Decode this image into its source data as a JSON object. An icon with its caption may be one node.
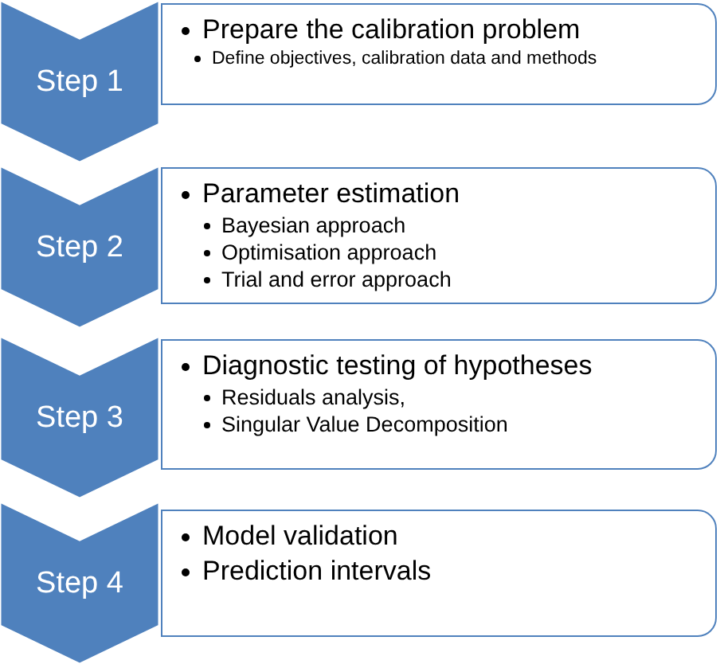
{
  "diagram": {
    "nodes": [
      {
        "text": [
          "Step 1"
        ]
      },
      {
        "text": [
          "Prepare the calibration problem",
          "Define objectives, calibration data and methods"
        ]
      },
      {
        "text": [
          "Step 2"
        ]
      },
      {
        "text": [
          "Parameter estimation",
          "Bayesian approach",
          "Optimisation approach",
          "Trial and error approach"
        ]
      },
      {
        "text": [
          "Step 3"
        ]
      },
      {
        "text": [
          "Diagnostic testing of hypotheses",
          "Residuals analysis,",
          "Singular Value Decomposition"
        ]
      },
      {
        "text": [
          "Step 4"
        ]
      },
      {
        "text": [
          "Model validation",
          "Prediction intervals"
        ]
      }
    ]
  }
}
